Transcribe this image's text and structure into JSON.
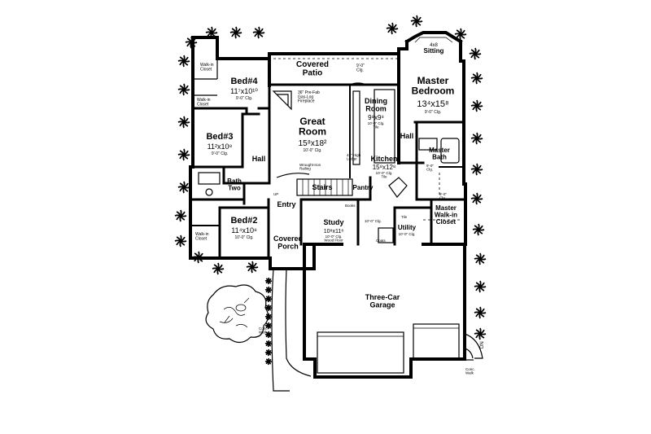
{
  "rooms": {
    "covered_patio": {
      "name": "Covered\nPatio",
      "ceiling": "9'-0\"\nClg."
    },
    "sitting": {
      "name": "Sitting",
      "dim": "4x8"
    },
    "master_bedroom": {
      "name": "Master\nBedroom",
      "dim": "13⁴x15⁸",
      "ceiling": "9'-0\" Clg."
    },
    "walk_in_closet_top": {
      "name": "Walk-in\nCloset"
    },
    "walk_in_closet_bed4": {
      "name": "Walk-in\nCloset"
    },
    "bed4": {
      "name": "Bed#4",
      "dim": "11⁷x10¹⁰",
      "ceiling": "9'-0\" Clg."
    },
    "great_room": {
      "name": "Great\nRoom",
      "dim": "15⁸x18²",
      "ceiling": "10'-0\" Clg."
    },
    "dining_room": {
      "name": "Dining\nRoom",
      "dim": "9⁸x9⁸",
      "ceiling": "10'-0\" Clg.\nTile"
    },
    "bed3": {
      "name": "Bed#3",
      "dim": "11²x10⁸",
      "ceiling": "9'-0\" Clg."
    },
    "hall_left": {
      "name": "Hall"
    },
    "hall_right": {
      "name": "Hall"
    },
    "master_bath": {
      "name": "Master\nBath",
      "ceiling": "9'-0\"\nClg."
    },
    "kitchen": {
      "name": "Kitchen",
      "dim": "15⁸x12⁸",
      "ceiling": "10'-0\" Clg.\nTile"
    },
    "bath_two": {
      "name": "Bath\nTwo"
    },
    "stairs": {
      "name": "Stairs"
    },
    "pantry": {
      "name": "Pantry"
    },
    "entry": {
      "name": "Entry"
    },
    "bed2": {
      "name": "Bed#2",
      "dim": "11⁴x10⁸",
      "ceiling": "10'-0\" Clg."
    },
    "walk_in_closet_bed2": {
      "name": "Walk-in\nCloset"
    },
    "study": {
      "name": "Study",
      "dim": "10⁸x11⁸",
      "ceiling": "10'-0\" Clg.\nWood Floor"
    },
    "utility": {
      "name": "Utility",
      "ceiling": "10'-0\" Clg."
    },
    "master_walkin_closet": {
      "name": "Master\nWalk-in\nCloset",
      "ceiling": "9'-0\"\nClg."
    },
    "covered_porch": {
      "name": "Covered\nPorch"
    },
    "garage": {
      "name": "Three-Car\nGarage"
    },
    "coats": {
      "name": "Coats"
    },
    "books": {
      "name": "Books"
    }
  },
  "notes": {
    "fireplace": "36\" Pre-Fab\nGas-Log\nFireplace",
    "ledge": "42\" High\nLedge",
    "railing": "Wrought-Iron\nRailing",
    "up": "UP",
    "tile": "Tile",
    "clg_10": "10'-0\" Clg.",
    "conc_walk_left": "Conc.\nWalk",
    "conc_walk_right": "Conc.\nWalk",
    "vertical_code": "DN"
  },
  "colors": {
    "ink": "#000000",
    "paper": "#ffffff"
  }
}
